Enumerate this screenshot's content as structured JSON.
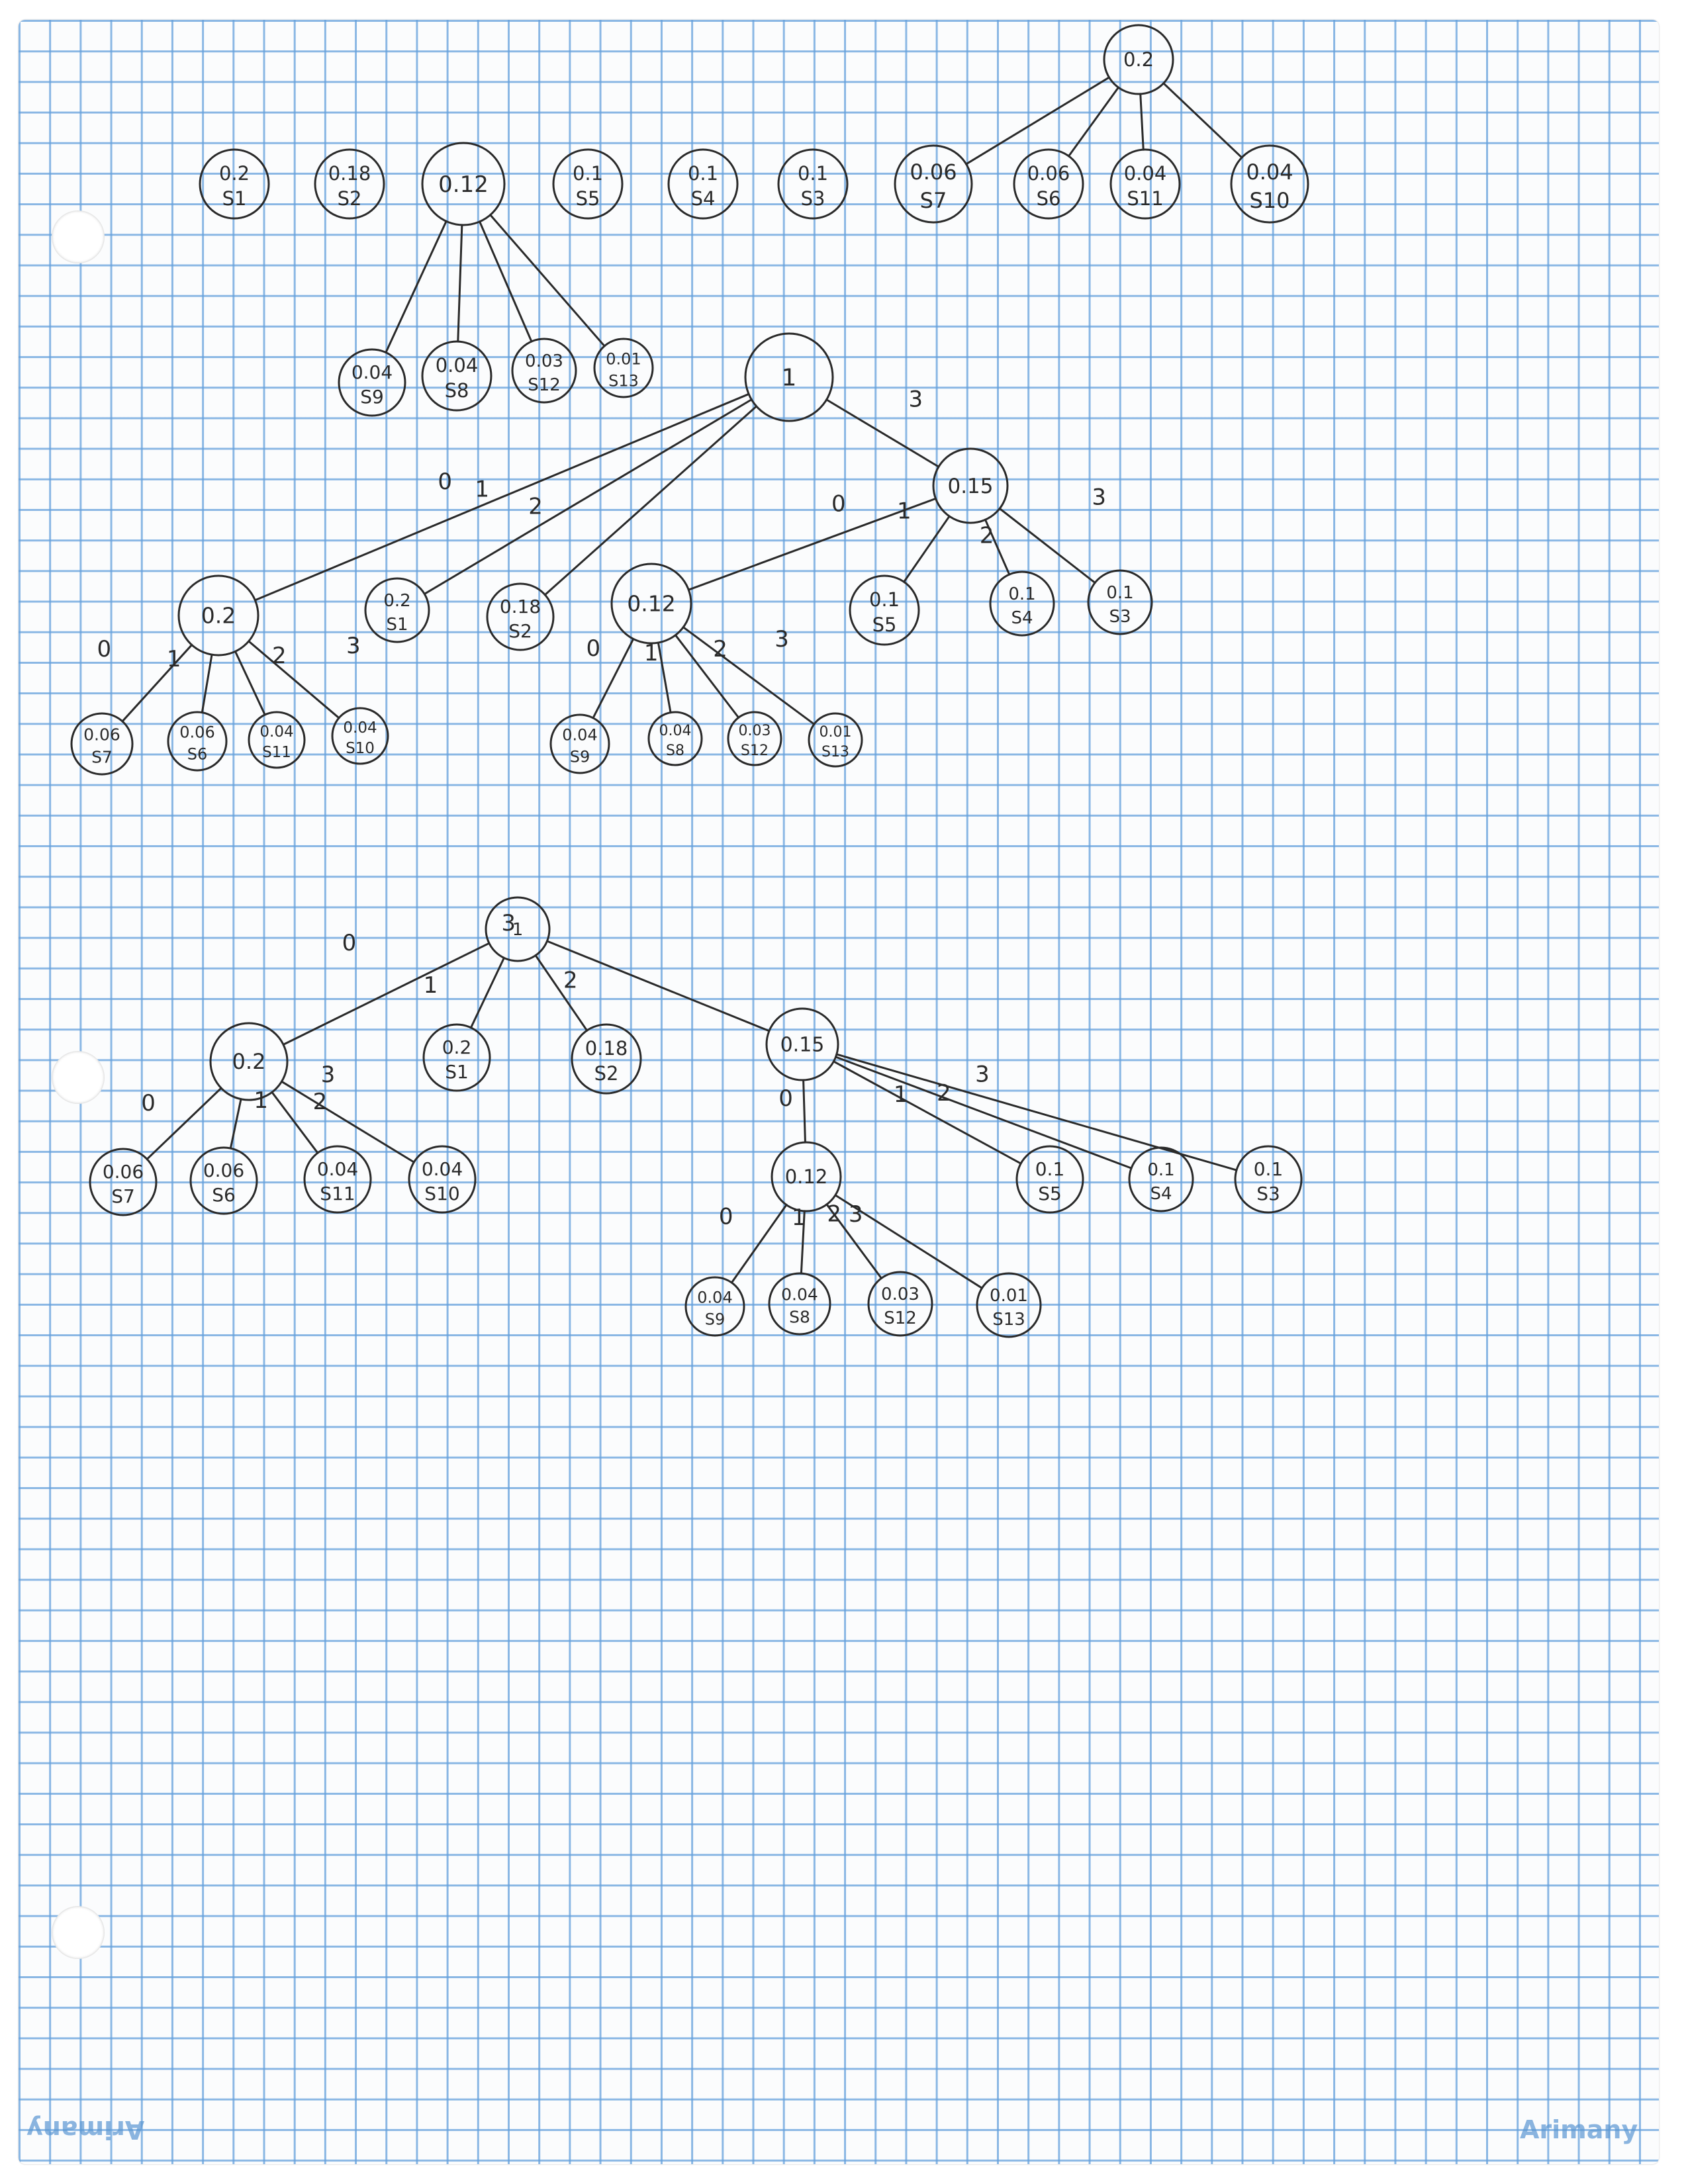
{
  "brand": {
    "bottom_right": "Arimany",
    "bottom_left_mirrored": "Arimany"
  },
  "colors": {
    "grid": "#64a0dc",
    "ink": "#2a2a2a",
    "paper": "#fbfcfd"
  },
  "trees": [
    {
      "nodes": [
        {
          "id": "a_s1",
          "value": "0.2",
          "label": "S1"
        },
        {
          "id": "a_s2",
          "value": "0.18",
          "label": "S2"
        },
        {
          "id": "a_n012",
          "value": "0.12",
          "label": ""
        },
        {
          "id": "a_s5",
          "value": "0.1",
          "label": "S5"
        },
        {
          "id": "a_s4",
          "value": "0.1",
          "label": "S4"
        },
        {
          "id": "a_s3",
          "value": "0.1",
          "label": "S3"
        },
        {
          "id": "a_s7",
          "value": "0.06",
          "label": "S7"
        },
        {
          "id": "a_s6",
          "value": "0.06",
          "label": "S6"
        },
        {
          "id": "a_s11",
          "value": "0.04",
          "label": "S11"
        },
        {
          "id": "a_s10",
          "value": "0.04",
          "label": "S10"
        },
        {
          "id": "a_n02",
          "value": "0.2",
          "label": ""
        },
        {
          "id": "a_s9",
          "value": "0.04",
          "label": "S9"
        },
        {
          "id": "a_s8",
          "value": "0.04",
          "label": "S8"
        },
        {
          "id": "a_s12",
          "value": "0.03",
          "label": "S12"
        },
        {
          "id": "a_s13",
          "value": "0.01",
          "label": "S13"
        }
      ],
      "edges": [
        {
          "from": "a_n02",
          "to": "a_s7",
          "label": ""
        },
        {
          "from": "a_n02",
          "to": "a_s6",
          "label": ""
        },
        {
          "from": "a_n02",
          "to": "a_s11",
          "label": ""
        },
        {
          "from": "a_n02",
          "to": "a_s10",
          "label": ""
        },
        {
          "from": "a_n012",
          "to": "a_s9",
          "label": ""
        },
        {
          "from": "a_n012",
          "to": "a_s8",
          "label": ""
        },
        {
          "from": "a_n012",
          "to": "a_s12",
          "label": ""
        },
        {
          "from": "a_n012",
          "to": "a_s13",
          "label": ""
        }
      ]
    },
    {
      "nodes": [
        {
          "id": "b_root",
          "value": "1",
          "label": ""
        },
        {
          "id": "b_n015",
          "value": "0.15",
          "label": ""
        },
        {
          "id": "b_n02",
          "value": "0.2",
          "label": ""
        },
        {
          "id": "b_s1",
          "value": "0.2",
          "label": "S1"
        },
        {
          "id": "b_s2",
          "value": "0.18",
          "label": "S2"
        },
        {
          "id": "b_n012",
          "value": "0.12",
          "label": ""
        },
        {
          "id": "b_s5",
          "value": "0.1",
          "label": "S5"
        },
        {
          "id": "b_s4",
          "value": "0.1",
          "label": "S4"
        },
        {
          "id": "b_s3",
          "value": "0.1",
          "label": "S3"
        },
        {
          "id": "b_s7",
          "value": "0.06",
          "label": "S7"
        },
        {
          "id": "b_s6",
          "value": "0.06",
          "label": "S6"
        },
        {
          "id": "b_s11",
          "value": "0.04",
          "label": "S11"
        },
        {
          "id": "b_s10",
          "value": "0.04",
          "label": "S10"
        },
        {
          "id": "b_s9",
          "value": "0.04",
          "label": "S9"
        },
        {
          "id": "b_s8",
          "value": "0.04",
          "label": "S8"
        },
        {
          "id": "b_s12",
          "value": "0.03",
          "label": "S12"
        },
        {
          "id": "b_s13",
          "value": "0.01",
          "label": "S13"
        }
      ],
      "edges": [
        {
          "from": "b_root",
          "to": "b_n02",
          "label": "0"
        },
        {
          "from": "b_root",
          "to": "b_s1",
          "label": "1"
        },
        {
          "from": "b_root",
          "to": "b_s2",
          "label": "2"
        },
        {
          "from": "b_root",
          "to": "b_n015",
          "label": "3"
        },
        {
          "from": "b_n015",
          "to": "b_n012",
          "label": "0"
        },
        {
          "from": "b_n015",
          "to": "b_s5",
          "label": "1"
        },
        {
          "from": "b_n015",
          "to": "b_s4",
          "label": "2"
        },
        {
          "from": "b_n015",
          "to": "b_s3",
          "label": "3"
        },
        {
          "from": "b_n02",
          "to": "b_s7",
          "label": "0"
        },
        {
          "from": "b_n02",
          "to": "b_s6",
          "label": "1"
        },
        {
          "from": "b_n02",
          "to": "b_s11",
          "label": "2"
        },
        {
          "from": "b_n02",
          "to": "b_s10",
          "label": "3"
        },
        {
          "from": "b_n012",
          "to": "b_s9",
          "label": "0"
        },
        {
          "from": "b_n012",
          "to": "b_s8",
          "label": "1"
        },
        {
          "from": "b_n012",
          "to": "b_s12",
          "label": "2"
        },
        {
          "from": "b_n012",
          "to": "b_s13",
          "label": "3"
        }
      ]
    },
    {
      "nodes": [
        {
          "id": "c_root",
          "value": "1",
          "label": ""
        },
        {
          "id": "c_n02",
          "value": "0.2",
          "label": ""
        },
        {
          "id": "c_s1",
          "value": "0.2",
          "label": "S1"
        },
        {
          "id": "c_s2",
          "value": "0.18",
          "label": "S2"
        },
        {
          "id": "c_n015",
          "value": "0.15",
          "label": ""
        },
        {
          "id": "c_s7",
          "value": "0.06",
          "label": "S7"
        },
        {
          "id": "c_s6",
          "value": "0.06",
          "label": "S6"
        },
        {
          "id": "c_s11",
          "value": "0.04",
          "label": "S11"
        },
        {
          "id": "c_s10",
          "value": "0.04",
          "label": "S10"
        },
        {
          "id": "c_n012",
          "value": "0.12",
          "label": ""
        },
        {
          "id": "c_s5",
          "value": "0.1",
          "label": "S5"
        },
        {
          "id": "c_s4",
          "value": "0.1",
          "label": "S4"
        },
        {
          "id": "c_s3",
          "value": "0.1",
          "label": "S3"
        },
        {
          "id": "c_s9",
          "value": "0.04",
          "label": "S9"
        },
        {
          "id": "c_s8",
          "value": "0.04",
          "label": "S8"
        },
        {
          "id": "c_s12",
          "value": "0.03",
          "label": "S12"
        },
        {
          "id": "c_s13",
          "value": "0.01",
          "label": "S13"
        }
      ],
      "edges": [
        {
          "from": "c_root",
          "to": "c_n02",
          "label": "0"
        },
        {
          "from": "c_root",
          "to": "c_s1",
          "label": "1"
        },
        {
          "from": "c_root",
          "to": "c_s2",
          "label": "2"
        },
        {
          "from": "c_root",
          "to": "c_n015",
          "label": "3"
        },
        {
          "from": "c_n02",
          "to": "c_s7",
          "label": "0"
        },
        {
          "from": "c_n02",
          "to": "c_s6",
          "label": "1"
        },
        {
          "from": "c_n02",
          "to": "c_s11",
          "label": "2"
        },
        {
          "from": "c_n02",
          "to": "c_s10",
          "label": "3"
        },
        {
          "from": "c_n015",
          "to": "c_n012",
          "label": "0"
        },
        {
          "from": "c_n015",
          "to": "c_s5",
          "label": "1"
        },
        {
          "from": "c_n015",
          "to": "c_s4",
          "label": "2"
        },
        {
          "from": "c_n015",
          "to": "c_s3",
          "label": "3"
        },
        {
          "from": "c_n012",
          "to": "c_s9",
          "label": "0"
        },
        {
          "from": "c_n012",
          "to": "c_s8",
          "label": "1"
        },
        {
          "from": "c_n012",
          "to": "c_s12",
          "label": "2"
        },
        {
          "from": "c_n012",
          "to": "c_s13",
          "label": "3"
        }
      ]
    }
  ]
}
